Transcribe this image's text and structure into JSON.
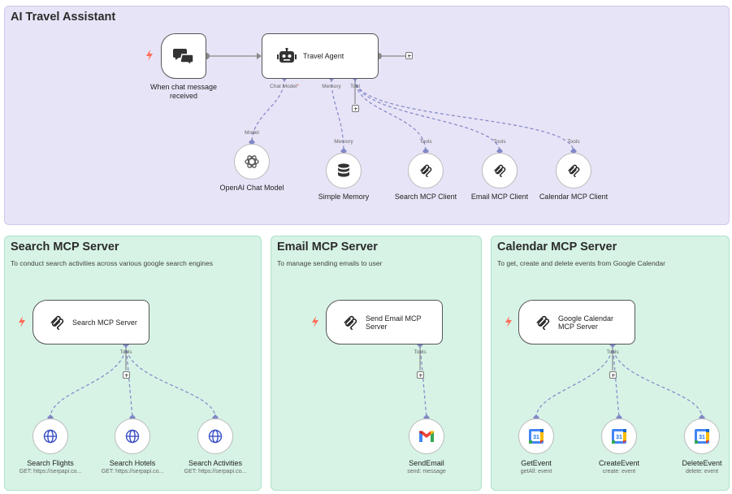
{
  "stickies": {
    "main": {
      "title": "AI Travel Assistant"
    },
    "search": {
      "title": "Search MCP Server",
      "desc": "To conduct search activities across various google search engines"
    },
    "email": {
      "title": "Email MCP Server",
      "desc": "To manage sending emails to user"
    },
    "calendar": {
      "title": "Calendar MCP Server",
      "desc": "To get, create and delete events from Google Calendar"
    }
  },
  "nodes": {
    "chat_trigger": {
      "label": "When chat message received",
      "icon": "chat-bubbles-icon"
    },
    "agent": {
      "label": "Travel Agent",
      "icon": "robot-icon",
      "ports": {
        "chat_model": "Chat Model",
        "required_mark": "*",
        "memory": "Memory",
        "tool": "Tool"
      }
    },
    "openai": {
      "label": "OpenAI Chat Model",
      "port": "Model",
      "icon": "openai-icon"
    },
    "memory": {
      "label": "Simple Memory",
      "port": "Memory",
      "icon": "database-icon"
    },
    "search_client": {
      "label": "Search MCP Client",
      "port": "Tools",
      "icon": "mcp-icon"
    },
    "email_client": {
      "label": "Email MCP Client",
      "port": "Tools",
      "icon": "mcp-icon"
    },
    "calendar_client": {
      "label": "Calendar MCP Client",
      "port": "Tools",
      "icon": "mcp-icon"
    },
    "search_server": {
      "label": "Search MCP Server",
      "port": "Tools",
      "icon": "mcp-icon"
    },
    "email_server": {
      "label": "Send Email MCP Server",
      "port": "Tools",
      "icon": "mcp-icon"
    },
    "calendar_server": {
      "label": "Google Calendar MCP Server",
      "port": "Tools",
      "icon": "mcp-icon"
    },
    "search_flights": {
      "label": "Search Flights",
      "sub": "GET: https://serpapi.co...",
      "icon": "globe-icon"
    },
    "search_hotels": {
      "label": "Search Hotels",
      "sub": "GET: https://serpapi.co...",
      "icon": "globe-icon"
    },
    "search_activities": {
      "label": "Search Activities",
      "sub": "GET: https://serpapi.co...",
      "icon": "globe-icon"
    },
    "send_email": {
      "label": "SendEmail",
      "sub": "send: message",
      "icon": "gmail-icon"
    },
    "get_event": {
      "label": "GetEvent",
      "sub": "getAll: event",
      "icon": "google-calendar-icon"
    },
    "create_event": {
      "label": "CreateEvent",
      "sub": "create: event",
      "icon": "google-calendar-icon"
    },
    "delete_event": {
      "label": "DeleteEvent",
      "sub": "delete: event",
      "icon": "google-calendar-icon"
    }
  },
  "colors": {
    "purple_sticky": "#e8e4f7",
    "green_sticky": "#d7f3e6",
    "wire": "#8088c6",
    "bolt": "#ff6d5a",
    "port": "#8088c6"
  }
}
